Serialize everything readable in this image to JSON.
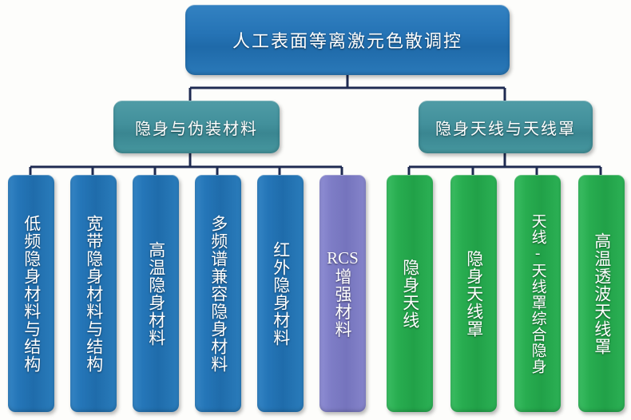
{
  "diagram": {
    "type": "organization-tree",
    "title": "人工表面等离激元色散调控",
    "root": {
      "label": "人工表面等离激元色散调控",
      "color": "#2272b4"
    },
    "branches": [
      {
        "label": "隐身与伪装材料",
        "color": "#3e8e99"
      },
      {
        "label": "隐身天线与天线罩",
        "color": "#3e8e99"
      }
    ],
    "leaves": [
      {
        "label": "低频隐身材料与结构",
        "color": "#2272b4",
        "group": "隐身与伪装材料"
      },
      {
        "label": "宽带隐身材料与结构",
        "color": "#2272b4",
        "group": "隐身与伪装材料"
      },
      {
        "label": "高温隐身材料",
        "color": "#2272b4",
        "group": "隐身与伪装材料"
      },
      {
        "label": "多频谱兼容隐身材料",
        "color": "#2272b4",
        "group": "隐身与伪装材料"
      },
      {
        "label": "红外隐身材料",
        "color": "#2272b4",
        "group": "隐身与伪装材料"
      },
      {
        "label": "RCS增强材料",
        "color": "#7b7bc4",
        "group": "隐身与伪装材料",
        "latin_prefix": "RCS",
        "cjk_rest": "增强材料"
      },
      {
        "label": "隐身天线",
        "color": "#27ae4e",
        "group": "隐身天线与天线罩"
      },
      {
        "label": "隐身天线罩",
        "color": "#27ae4e",
        "group": "隐身天线与天线罩"
      },
      {
        "label": "天线-天线罩综合隐身",
        "color": "#27ae4e",
        "group": "隐身天线与天线罩"
      },
      {
        "label": "高温透波天线罩",
        "color": "#27ae4e",
        "group": "隐身天线与天线罩"
      }
    ],
    "connector_color": "#1f2b52"
  }
}
